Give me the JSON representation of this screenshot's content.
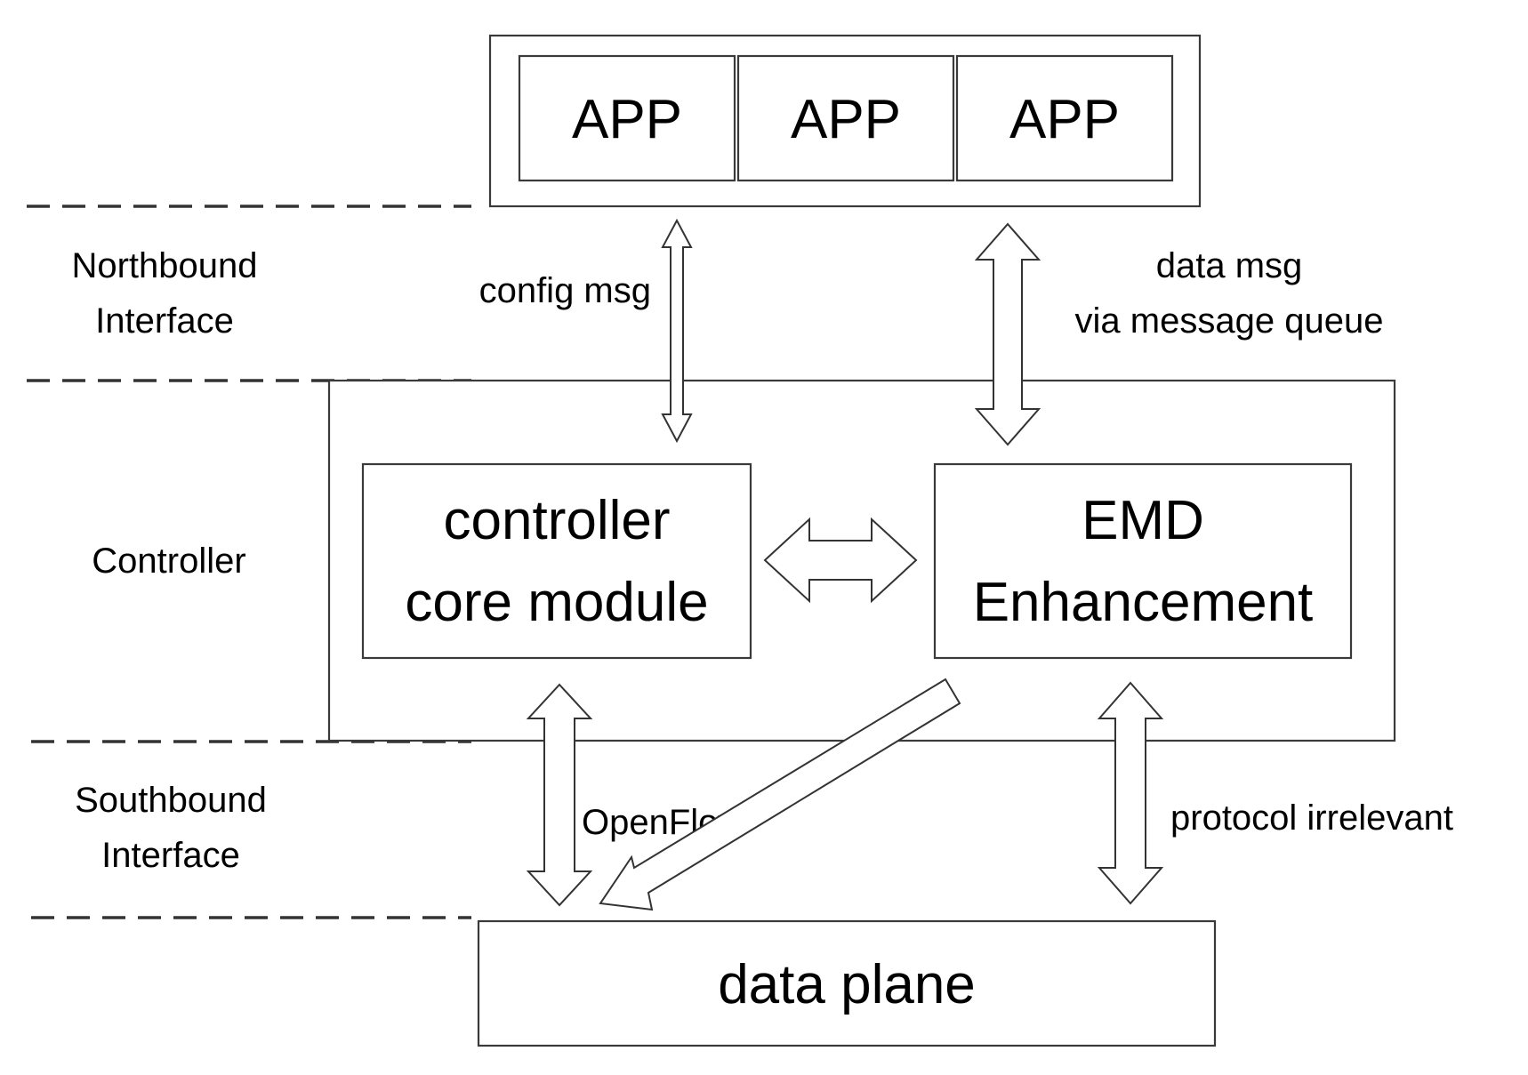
{
  "layers": {
    "northbound_line1": "Northbound",
    "northbound_line2": "Interface",
    "controller": "Controller",
    "southbound_line1": "Southbound",
    "southbound_line2": "Interface"
  },
  "apps": [
    "APP",
    "APP",
    "APP"
  ],
  "modules": {
    "core_line1": "controller",
    "core_line2": "core module",
    "emd_line1": "EMD",
    "emd_line2": "Enhancement",
    "data_plane": "data plane"
  },
  "edge_labels": {
    "config_msg": "config msg",
    "data_msg_line1": "data msg",
    "data_msg_line2": "via message queue",
    "openflow": "OpenFlow",
    "protocol_irrelevant": "protocol irrelevant"
  }
}
